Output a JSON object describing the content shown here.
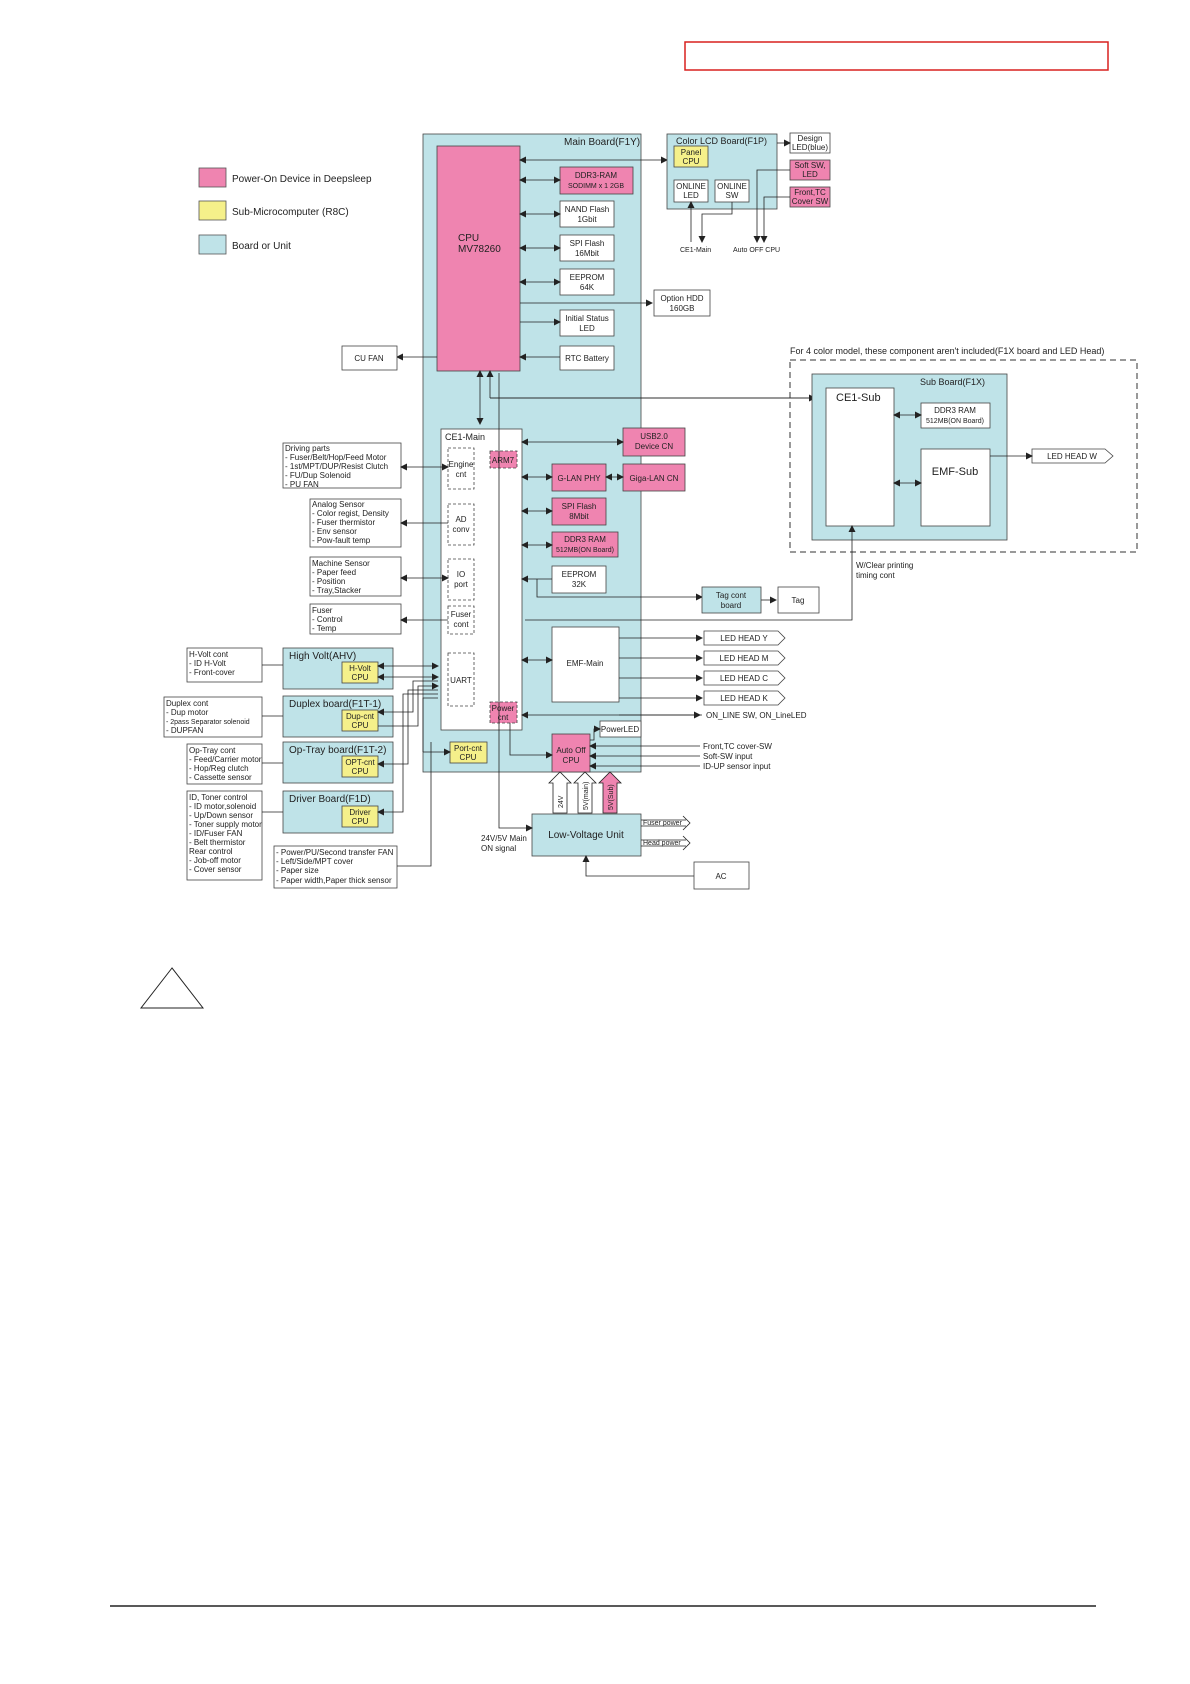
{
  "colors": {
    "board": "#bfe3e8",
    "power_on": "#ef84b0",
    "sub_micro": "#f5f08a",
    "header_box": "#d9201f",
    "line": "#222222"
  },
  "legend": [
    {
      "label": "Power-On Device in Deepsleep"
    },
    {
      "label": "Sub-Microcomputer (R8C)"
    },
    {
      "label": "Board or Unit"
    }
  ],
  "main_board": {
    "title": "Main Board(F1Y)",
    "cpu": [
      "CPU",
      "MV78260"
    ],
    "ddr3_ram": [
      "DDR3-RAM",
      "SODIMM x 1  2GB"
    ],
    "nand_flash": [
      "NAND Flash",
      "1Gbit"
    ],
    "spi_flash": [
      "SPI Flash",
      "16Mbit"
    ],
    "eeprom": [
      "EEPROM",
      "64K"
    ],
    "initial_status_led": [
      "Initial Status",
      "LED"
    ],
    "rtc_battery": "RTC Battery",
    "cu_fan": "CU FAN",
    "option_hdd": [
      "Option HDD",
      "160GB"
    ],
    "ce1_main": "CE1-Main",
    "ce1_blocks": [
      [
        "Engine",
        "cnt"
      ],
      [
        "AD",
        "conv"
      ],
      [
        "IO",
        "port"
      ],
      [
        "Fuser",
        "cont"
      ],
      [
        "UART"
      ]
    ],
    "arm7": "ARM7",
    "power_cnt": [
      "Power",
      "cnt"
    ],
    "usb": [
      "USB2.0",
      "Device CN"
    ],
    "glan_phy": "G-LAN PHY",
    "giga_lan": "Giga-LAN CN",
    "spi_flash2": [
      "SPI Flash",
      "8Mbit"
    ],
    "ddr3_onboard": [
      "DDR3 RAM",
      "512MB(ON Board)"
    ],
    "eeprom2": [
      "EEPROM",
      "32K"
    ],
    "emf_main": "EMF-Main",
    "auto_off_cpu": [
      "Auto Off",
      "CPU"
    ],
    "power_led": "PowerLED",
    "port_cnt_cpu": [
      "Port-cnt",
      "CPU"
    ]
  },
  "color_lcd": {
    "title": "Color LCD Board(F1P)",
    "panel_cpu": [
      "Panel",
      "CPU"
    ],
    "online_led": [
      "ONLINE",
      "LED"
    ],
    "online_sw": [
      "ONLINE",
      "SW"
    ],
    "design_led": [
      "Design",
      "LED(blue)"
    ],
    "soft_sw": [
      "Soft SW,",
      "LED"
    ],
    "front_tc": [
      "Front,TC",
      "Cover SW"
    ],
    "ce1_main_lbl": "CE1-Main",
    "auto_off_lbl": "Auto OFF CPU"
  },
  "sub_board": {
    "note": "For 4 color model, these component aren't included(F1X board and LED Head)",
    "title": "Sub Board(F1X)",
    "ce1_sub": "CE1-Sub",
    "ddr3": [
      "DDR3 RAM",
      "512MB(ON Board)"
    ],
    "emf_sub": "EMF-Sub",
    "led_head_w": "LED HEAD W",
    "wclear": [
      "W/Clear printing",
      "timing cont"
    ]
  },
  "left_blocks": {
    "driving": [
      "Driving parts",
      "- Fuser/Belt/Hop/Feed Motor",
      "- 1st/MPT/DUP/Resist Clutch",
      "- FU/Dup Solenoid",
      "- PU FAN"
    ],
    "analog": [
      "Analog Sensor",
      "- Color regist, Density",
      "- Fuser thermistor",
      "- Env sensor",
      "- Pow-fault temp"
    ],
    "machine": [
      "Machine Sensor",
      "- Paper feed",
      "- Position",
      "- Tray,Stacker"
    ],
    "fuser": [
      "Fuser",
      "- Control",
      "- Temp"
    ],
    "hvolt_cont": [
      "H-Volt cont",
      "- ID H-Volt",
      "- Front-cover"
    ],
    "high_volt": "High Volt(AHV)",
    "hvolt_cpu": [
      "H-Volt",
      "CPU"
    ],
    "duplex_cont": [
      "Duplex cont",
      "- Dup motor",
      "- 2pass Separator solenoid",
      "- DUPFAN"
    ],
    "duplex_board": "Duplex board(F1T-1)",
    "dup_cpu": [
      "Dup-cnt",
      "CPU"
    ],
    "optray_cont": [
      "Op-Tray cont",
      "- Feed/Carrier motor",
      "- Hop/Reg clutch",
      "- Cassette sensor"
    ],
    "optray_board": "Op-Tray board(F1T-2)",
    "opt_cpu": [
      "OPT-cnt",
      "CPU"
    ],
    "toner_cont": [
      "ID, Toner control",
      "- ID motor,solenoid",
      "- Up/Down sensor",
      "- Toner supply motor",
      "- ID/Fuser FAN",
      "- Belt thermistor",
      "Rear control",
      "- Job-off motor",
      "- Cover sensor"
    ],
    "driver_board": "Driver Board(F1D)",
    "driver_cpu": [
      "Driver",
      "CPU"
    ],
    "power_pu": [
      "- Power/PU/Second transfer FAN",
      "- Left/Side/MPT cover",
      "- Paper size",
      "- Paper width,Paper thick sensor"
    ]
  },
  "right_side": {
    "tag_cont": [
      "Tag cont",
      "board"
    ],
    "tag": "Tag",
    "led_heads": [
      "LED HEAD Y",
      "LED HEAD M",
      "LED HEAD C",
      "LED HEAD K"
    ],
    "online_sw_text": "ON_LINE SW,  ON_LineLED",
    "inputs": [
      "Front,TC cover-SW",
      "Soft-SW input",
      "ID-UP sensor input"
    ]
  },
  "power": {
    "volts": [
      "24V",
      "5V(main)",
      "5V(Sub)"
    ],
    "lvu": "Low-Voltage Unit",
    "signal": [
      "24V/5V Main",
      "ON signal"
    ],
    "fuser_power": "Fuser power",
    "head_power": "Head power",
    "ac": "AC"
  }
}
